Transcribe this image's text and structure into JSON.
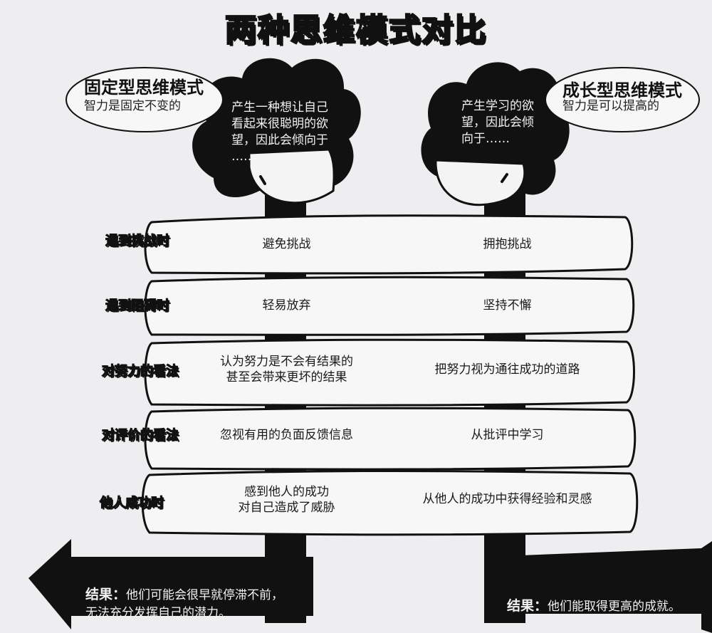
{
  "title": "两种思维模式对比",
  "fixed": {
    "name": "固定型思维模式",
    "desc": "智力是固定不变的",
    "thought": "产生一种想让自己\n看起来很聪明的欲\n望，因此会倾向于\n……"
  },
  "growth": {
    "name": "成长型思维模式",
    "desc": "智力是可以提高的",
    "thought": "产生学习的欲\n望，因此会倾\n向于……"
  },
  "rows": [
    {
      "label": "遇到挑战时",
      "fixed": "避免挑战",
      "growth": "拥抱挑战"
    },
    {
      "label": "遇到阻碍时",
      "fixed": "轻易放弃",
      "growth": "坚持不懈"
    },
    {
      "label": "对努力的看法",
      "fixed": "认为努力是不会有结果的\n甚至会带来更坏的结果",
      "growth": "把努力视为通往成功的道路"
    },
    {
      "label": "对评价的看法",
      "fixed": "忽视有用的负面反馈信息",
      "growth": "从批评中学习"
    },
    {
      "label": "他人成功时",
      "fixed": "感到他人的成功\n对自己造成了威胁",
      "growth": "从他人的成功中获得经验和灵感"
    }
  ],
  "results": {
    "left_label": "结果：",
    "left_text": "他们可能会很早就停滞不前，\n无法充分发挥自己的潜力。",
    "right_label": "结果：",
    "right_text": "他们能取得更高的成就。"
  },
  "colors": {
    "ink": "#111111",
    "paper": "#eeeef0",
    "panel": "#f7f7f7"
  }
}
